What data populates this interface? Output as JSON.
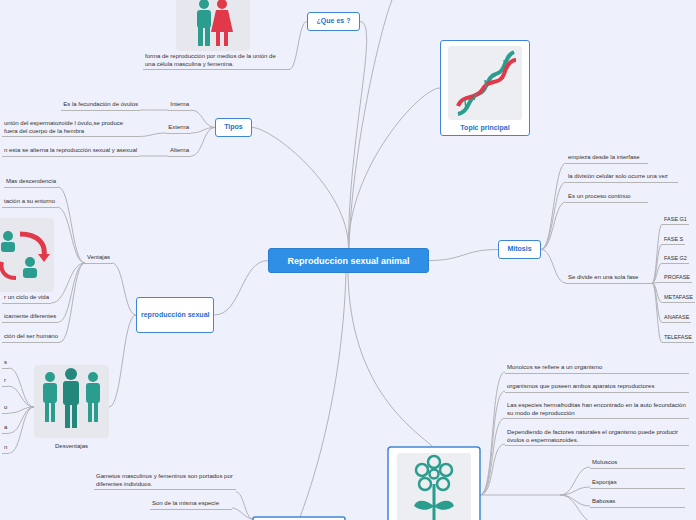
{
  "diagram": {
    "nodes": [
      {
        "text": [
          "Reproduccion sexual animal"
        ]
      },
      {
        "text": [
          "¿Que es ?"
        ]
      },
      {
        "text": [
          "forma de reproducción por medios de la unión de una célula masculina y femenina."
        ]
      },
      {
        "text": [
          "Topic principal"
        ]
      },
      {
        "text": [
          "Tipos"
        ]
      },
      {
        "text": [
          "Interna"
        ]
      },
      {
        "text": [
          "Es la fecundación de óvulos"
        ]
      },
      {
        "text": [
          "Externa"
        ]
      },
      {
        "text": [
          "unión del espermatozoide l óvulo,se produce fuera del cuerpo de la hembra"
        ]
      },
      {
        "text": [
          "Alterna"
        ]
      },
      {
        "text": [
          "n esta se alterna la reproducción sexual y asexual"
        ]
      },
      {
        "text": [
          "reproducción sexual"
        ]
      },
      {
        "text": [
          "Ventajas"
        ]
      },
      {
        "text": [
          "Mas descendencia"
        ]
      },
      {
        "text": [
          "tación a su entorno"
        ]
      },
      {
        "text": [
          "r un ciclo de vida"
        ]
      },
      {
        "text": [
          "icamente diferentes"
        ]
      },
      {
        "text": [
          "ción del ser humano"
        ]
      },
      {
        "text": [
          "Desventajas"
        ]
      },
      {
        "text": [
          "s"
        ]
      },
      {
        "text": [
          "r"
        ]
      },
      {
        "text": [
          "o"
        ]
      },
      {
        "text": [
          "a"
        ]
      },
      {
        "text": [
          "n"
        ]
      },
      {
        "text": [
          "Mitosis"
        ]
      },
      {
        "text": [
          "empieza desde la interfase"
        ]
      },
      {
        "text": [
          "la división celular solo ocurre una vez"
        ]
      },
      {
        "text": [
          "Es un proceso continuo"
        ]
      },
      {
        "text": [
          "Se divide en una sola fase"
        ]
      },
      {
        "text": [
          "FASE G1"
        ]
      },
      {
        "text": [
          "FASE S"
        ]
      },
      {
        "text": [
          "FASE G2"
        ]
      },
      {
        "text": [
          "PROFASE"
        ]
      },
      {
        "text": [
          "METAFASE"
        ]
      },
      {
        "text": [
          "ANAFASE"
        ]
      },
      {
        "text": [
          "TELEFASE"
        ]
      },
      {
        "text": [
          "Monoicos se refiere a un organismo"
        ]
      },
      {
        "text": [
          "organismos que poseen ambos aparatos reproductores"
        ]
      },
      {
        "text": [
          "Las especies hermafroditas han encontrado en la auto fecundación su modo de reproducción"
        ]
      },
      {
        "text": [
          "Dependiendo de factores naturales el organismo puede producir óvulos o espermatozoides."
        ]
      },
      {
        "text": [
          "Moluscos"
        ]
      },
      {
        "text": [
          "Esponjas"
        ]
      },
      {
        "text": [
          "Babosas"
        ]
      },
      {
        "text": [
          "Gametos masculinos y femeninos son portados por diferentes individuos."
        ]
      },
      {
        "text": [
          "Son de la misma especie"
        ]
      }
    ],
    "edges": [
      {
        "from": 0,
        "to": 1,
        "arrow": "none"
      },
      {
        "from": 1,
        "to": 2,
        "arrow": "none"
      },
      {
        "from": 0,
        "to": 3,
        "arrow": "none"
      },
      {
        "from": 0,
        "to": 4,
        "arrow": "none"
      },
      {
        "from": 4,
        "to": 5,
        "arrow": "none"
      },
      {
        "from": 5,
        "to": 6,
        "arrow": "none"
      },
      {
        "from": 4,
        "to": 7,
        "arrow": "none"
      },
      {
        "from": 7,
        "to": 8,
        "arrow": "none"
      },
      {
        "from": 4,
        "to": 9,
        "arrow": "none"
      },
      {
        "from": 9,
        "to": 10,
        "arrow": "none"
      },
      {
        "from": 0,
        "to": 11,
        "arrow": "none"
      },
      {
        "from": 11,
        "to": 12,
        "arrow": "none"
      },
      {
        "from": 12,
        "to": 13,
        "arrow": "none"
      },
      {
        "from": 12,
        "to": 14,
        "arrow": "none"
      },
      {
        "from": 12,
        "to": 15,
        "arrow": "none"
      },
      {
        "from": 12,
        "to": 16,
        "arrow": "none"
      },
      {
        "from": 12,
        "to": 17,
        "arrow": "none"
      },
      {
        "from": 11,
        "to": 18,
        "arrow": "none"
      },
      {
        "from": 18,
        "to": 19,
        "arrow": "none"
      },
      {
        "from": 18,
        "to": 20,
        "arrow": "none"
      },
      {
        "from": 18,
        "to": 21,
        "arrow": "none"
      },
      {
        "from": 18,
        "to": 22,
        "arrow": "none"
      },
      {
        "from": 18,
        "to": 23,
        "arrow": "none"
      },
      {
        "from": 0,
        "to": 24,
        "arrow": "none"
      },
      {
        "from": 24,
        "to": 25,
        "arrow": "none"
      },
      {
        "from": 24,
        "to": 26,
        "arrow": "none"
      },
      {
        "from": 24,
        "to": 27,
        "arrow": "none"
      },
      {
        "from": 24,
        "to": 28,
        "arrow": "none"
      },
      {
        "from": 28,
        "to": 29,
        "arrow": "none"
      },
      {
        "from": 28,
        "to": 30,
        "arrow": "none"
      },
      {
        "from": 28,
        "to": 31,
        "arrow": "none"
      },
      {
        "from": 28,
        "to": 32,
        "arrow": "none"
      },
      {
        "from": 28,
        "to": 33,
        "arrow": "none"
      },
      {
        "from": 28,
        "to": 34,
        "arrow": "none"
      },
      {
        "from": 28,
        "to": 35,
        "arrow": "none"
      }
    ]
  }
}
